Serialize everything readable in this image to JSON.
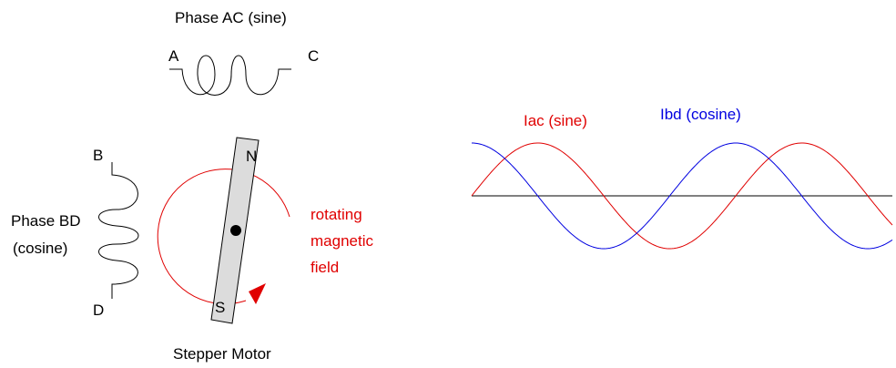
{
  "phase_ac": {
    "title": "Phase AC (sine)",
    "terminal_a": "A",
    "terminal_c": "C"
  },
  "phase_bd": {
    "title_line1": "Phase BD",
    "title_line2": "(cosine)",
    "terminal_b": "B",
    "terminal_d": "D"
  },
  "rotor": {
    "north_label": "N",
    "south_label": "S"
  },
  "field": {
    "line1": "rotating",
    "line2": "magnetic",
    "line3": "field"
  },
  "caption": "Stepper Motor",
  "waveforms": {
    "iac_label": "Iac (sine)",
    "ibd_label": "Ibd (cosine)",
    "colors": {
      "iac": "#e00000",
      "ibd": "#0000e0",
      "axis": "#000000",
      "field": "#e00000"
    }
  }
}
